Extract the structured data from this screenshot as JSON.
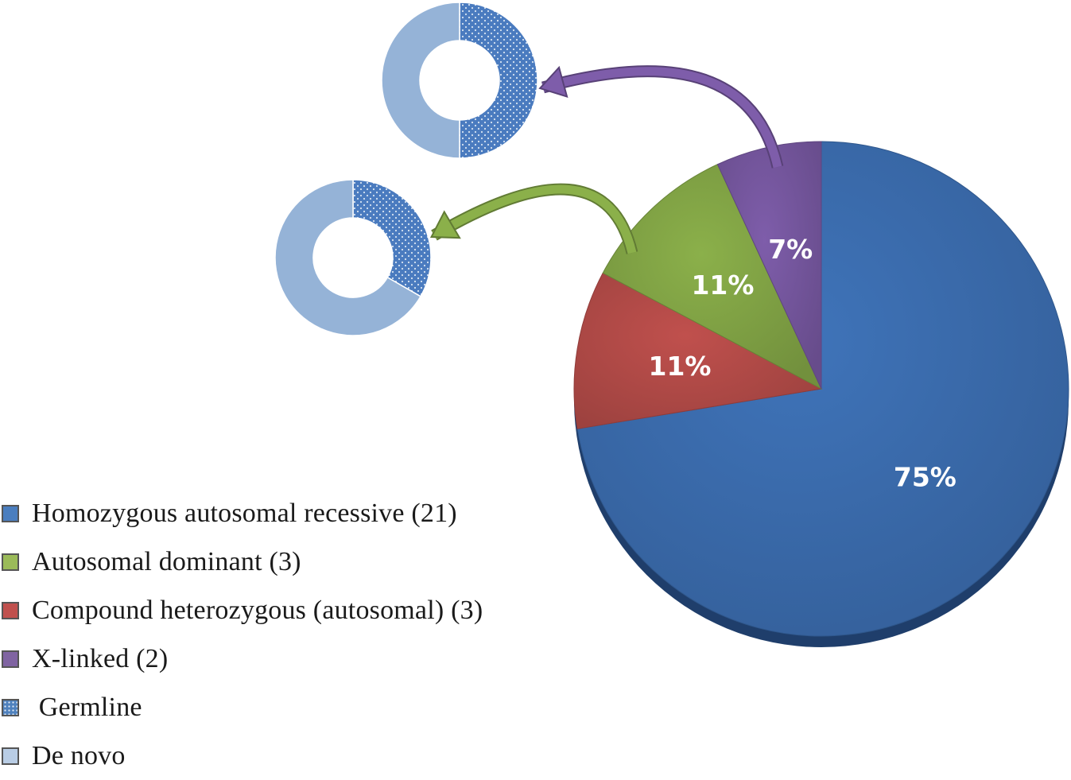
{
  "chart_data": {
    "type": "pie",
    "slices": [
      {
        "label": "Homozygous  autosomal recessive (21)",
        "count": 21,
        "percent_label": "75%",
        "color": "#3F74BA"
      },
      {
        "label": "Compound heterozygous (autosomal) (3)",
        "count": 3,
        "percent_label": "11%",
        "color": "#C0504D"
      },
      {
        "label": "Autosomal dominant (3)",
        "count": 3,
        "percent_label": "11%",
        "color": "#8BB04A"
      },
      {
        "label": "X-linked (2)",
        "count": 2,
        "percent_label": "7%",
        "color": "#7E5DAA"
      }
    ],
    "sub_donuts": [
      {
        "parent": "X-linked (2)",
        "arrow_color": "#7E5DAA",
        "segments": [
          {
            "name": "Germline",
            "fraction": 0.5
          },
          {
            "name": "De novo",
            "fraction": 0.5
          }
        ]
      },
      {
        "parent": "Autosomal dominant (3)",
        "arrow_color": "#8BB04A",
        "segments": [
          {
            "name": "Germline",
            "fraction": 0.333
          },
          {
            "name": "De novo",
            "fraction": 0.667
          }
        ]
      }
    ],
    "legend": [
      {
        "label": "Homozygous  autosomal recessive (21)",
        "color": "#4A7EBF"
      },
      {
        "label": "Autosomal dominant (3)",
        "color": "#9BBB59"
      },
      {
        "label": "Compound heterozygous (autosomal) (3)",
        "color": "#C0504D"
      },
      {
        "label": "X-linked (2)",
        "color": "#8064A2"
      },
      {
        "label": " Germline",
        "color": "#4F81BD",
        "pattern": "dotted"
      },
      {
        "label": "De novo",
        "color": "#B9CDE5"
      }
    ],
    "germline_color": "#4A7BBF",
    "denovo_color": "#95B3D7"
  }
}
